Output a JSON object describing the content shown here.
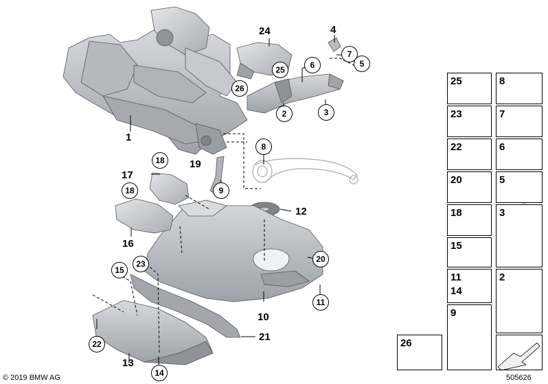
{
  "copyright": "© 2019 BMW AG",
  "diagram_number": "505626",
  "callouts": {
    "c1": "1",
    "c2": "2",
    "c3": "3",
    "c4": "4",
    "c5": "5",
    "c6": "6",
    "c7": "7",
    "c8": "8",
    "c9": "9",
    "c10": "10",
    "c11": "11",
    "c12": "12",
    "c13": "13",
    "c14": "14",
    "c15": "15",
    "c16": "16",
    "c17": "17",
    "c18a": "18",
    "c18b": "18",
    "c19": "19",
    "c20": "20",
    "c21": "21",
    "c22": "22",
    "c23": "23",
    "c24": "24",
    "c25": "25",
    "c26": "26"
  },
  "parts_table": {
    "r25": "25",
    "r8": "8",
    "r23": "23",
    "r7": "7",
    "r22": "22",
    "r6": "6",
    "r20": "20",
    "r5": "5",
    "r18": "18",
    "r3": "3",
    "r15": "15",
    "r11": "11",
    "r14": "14",
    "r2": "2",
    "r9": "9",
    "r26": "26"
  },
  "colors": {
    "part_fill": "#bcc0c6",
    "part_dark": "#8e939a",
    "part_light": "#e1e3e6",
    "line": "#000000"
  }
}
